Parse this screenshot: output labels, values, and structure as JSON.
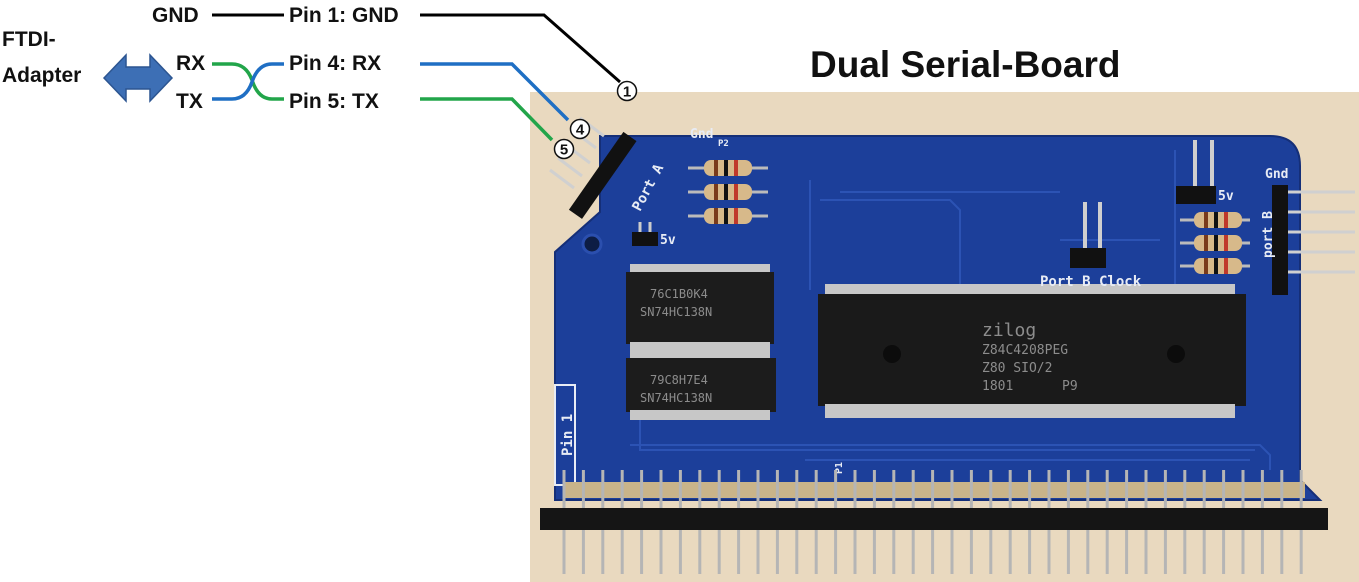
{
  "title": "Dual Serial-Board",
  "adapter": {
    "line1": "FTDI-",
    "line2": "Adapter"
  },
  "signals": {
    "gnd": "GND",
    "rx": "RX",
    "tx": "TX"
  },
  "pins": {
    "pin1": "Pin 1: GND",
    "pin4": "Pin 4: RX",
    "pin5": "Pin 5: TX"
  },
  "pin_markers": {
    "m1": "1",
    "m4": "4",
    "m5": "5"
  },
  "wire_colors": {
    "gnd": "#000000",
    "rx": "#1f6fc4",
    "tx": "#22a54a"
  },
  "arrow_color": "#3d6fb5",
  "board": {
    "pcb_color": "#1c3f9a",
    "silk": {
      "gnd_a": "Gnd",
      "p2": "P2",
      "port_a": "Port A",
      "v5_a": "5v",
      "gnd_b": "Gnd",
      "port_b": "port B",
      "v5_b": "5v",
      "port_b_clock": "Port B Clock",
      "pin1": "Pin 1",
      "p1": "P1"
    },
    "chips": {
      "ic1_line1": "76C1B0K4",
      "ic1_line2": "SN74HC138N",
      "ic2_line1": "79C8H7E4",
      "ic2_line2": "SN74HC138N",
      "sio_brand": "zilog",
      "sio_line1": "Z84C4208PEG",
      "sio_line2": "Z80 SIO/2",
      "sio_line3": "1801",
      "sio_line4": "P9"
    }
  }
}
